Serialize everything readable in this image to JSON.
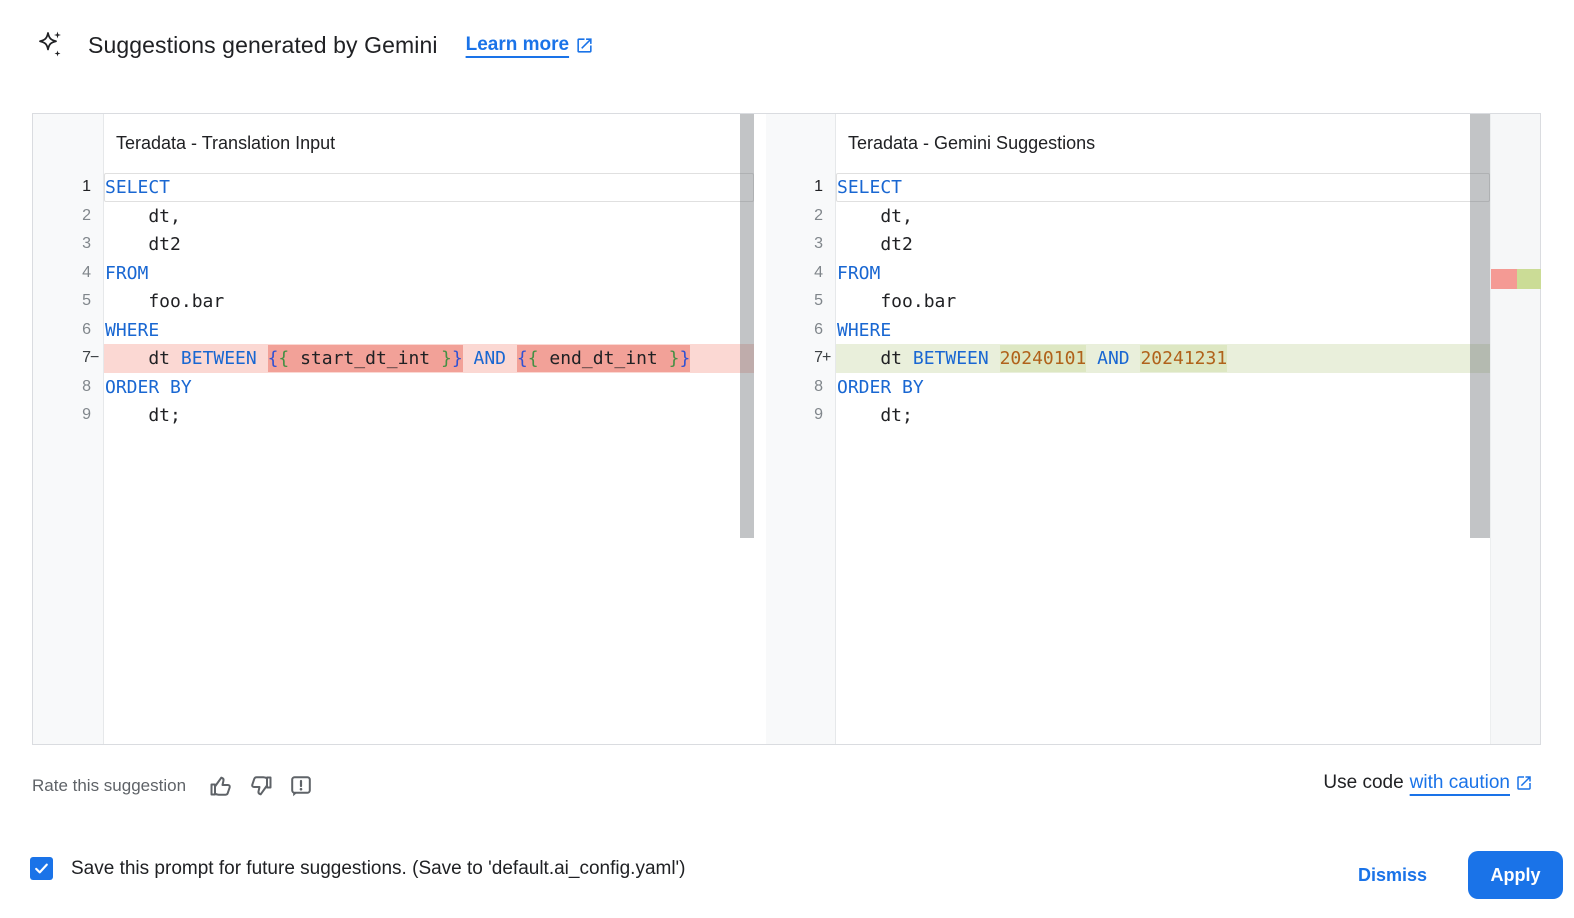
{
  "header": {
    "title": "Suggestions generated by Gemini",
    "learn_more_label": "Learn more"
  },
  "icons": {
    "sparkle": "gemini-sparkle",
    "external_link": "open-in-new",
    "thumb_up": "thumbs-up-outline",
    "thumb_down": "thumbs-down-outline",
    "feedback": "feedback-bubble-exclamation",
    "checkbox_check": "checkmark"
  },
  "colors": {
    "accent_blue": "#1a73e8",
    "keyword_blue": "#1967d2",
    "number_literal": "#b0621a",
    "brace_outer": "#3051d3",
    "brace_inner": "#449044",
    "removed_line_bg": "#fbd8d3",
    "removed_word_bg": "#f2a198",
    "added_line_bg": "#e9efdb",
    "added_word_bg": "#dde7c2",
    "overview_removed": "#f49a94",
    "overview_added": "#cbdc96"
  },
  "panels": [
    {
      "title": "Teradata - Translation Input",
      "lines": [
        {
          "num": "1",
          "active": true,
          "seg": [
            [
              "SELECT",
              "kw"
            ]
          ]
        },
        {
          "num": "2",
          "seg": [
            [
              "    dt,",
              "d"
            ]
          ]
        },
        {
          "num": "3",
          "seg": [
            [
              "    dt2",
              "d"
            ]
          ]
        },
        {
          "num": "4",
          "seg": [
            [
              "FROM",
              "kw"
            ]
          ]
        },
        {
          "num": "5",
          "seg": [
            [
              "    foo.bar",
              "d"
            ]
          ]
        },
        {
          "num": "6",
          "seg": [
            [
              "WHERE",
              "kw"
            ]
          ]
        },
        {
          "num": "7",
          "sign": "−",
          "mark": "removed",
          "seg": [
            [
              "    dt ",
              "d"
            ],
            [
              "BETWEEN",
              "kw"
            ],
            [
              " ",
              "d"
            ],
            [
              "{",
              "b1",
              "h"
            ],
            [
              "{",
              "b2",
              "h"
            ],
            [
              " start_dt_int ",
              "d",
              "h"
            ],
            [
              "}",
              "b2",
              "h"
            ],
            [
              "}",
              "b1",
              "h"
            ],
            [
              " ",
              "d"
            ],
            [
              "AND",
              "kw"
            ],
            [
              " ",
              "d"
            ],
            [
              "{",
              "b1",
              "h"
            ],
            [
              "{",
              "b2",
              "h"
            ],
            [
              " end_dt_int ",
              "d",
              "h"
            ],
            [
              "}",
              "b2",
              "h"
            ],
            [
              "}",
              "b1",
              "h"
            ]
          ]
        },
        {
          "num": "8",
          "seg": [
            [
              "ORDER BY",
              "kw"
            ]
          ]
        },
        {
          "num": "9",
          "seg": [
            [
              "    dt;",
              "d"
            ]
          ]
        }
      ]
    },
    {
      "title": "Teradata - Gemini Suggestions",
      "lines": [
        {
          "num": "1",
          "active": true,
          "seg": [
            [
              "SELECT",
              "kw"
            ]
          ]
        },
        {
          "num": "2",
          "seg": [
            [
              "    dt,",
              "d"
            ]
          ]
        },
        {
          "num": "3",
          "seg": [
            [
              "    dt2",
              "d"
            ]
          ]
        },
        {
          "num": "4",
          "seg": [
            [
              "FROM",
              "kw"
            ]
          ]
        },
        {
          "num": "5",
          "seg": [
            [
              "    foo.bar",
              "d"
            ]
          ]
        },
        {
          "num": "6",
          "seg": [
            [
              "WHERE",
              "kw"
            ]
          ]
        },
        {
          "num": "7",
          "sign": "+",
          "mark": "added",
          "seg": [
            [
              "    dt ",
              "d"
            ],
            [
              "BETWEEN",
              "kw"
            ],
            [
              " ",
              "d"
            ],
            [
              "20240101",
              "n",
              "h"
            ],
            [
              " ",
              "d"
            ],
            [
              "AND",
              "kw"
            ],
            [
              " ",
              "d"
            ],
            [
              "20241231",
              "n",
              "h"
            ]
          ]
        },
        {
          "num": "8",
          "seg": [
            [
              "ORDER BY",
              "kw"
            ]
          ]
        },
        {
          "num": "9",
          "seg": [
            [
              "    dt;",
              "d"
            ]
          ]
        }
      ]
    }
  ],
  "rate": {
    "label": "Rate this suggestion"
  },
  "use_code": {
    "prefix": "Use code",
    "link_label": "with caution"
  },
  "footer": {
    "save_label": "Save this prompt for future suggestions. (Save to 'default.ai_config.yaml')",
    "checkbox_checked": true,
    "dismiss_label": "Dismiss",
    "apply_label": "Apply"
  }
}
